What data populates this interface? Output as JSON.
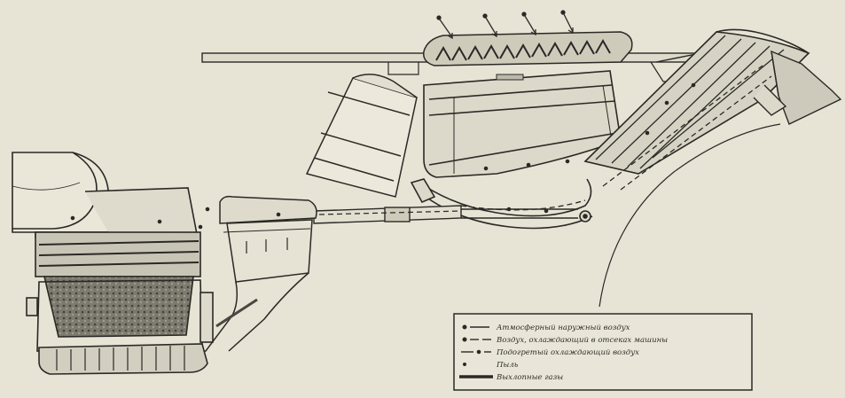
{
  "diagram": {
    "style": {
      "paper": "#e7e4d6",
      "ink": "#2b2925",
      "fill_light": "#d8d5c6",
      "fill_dark": "#8e8b7f"
    },
    "legend": {
      "entries": [
        {
          "text": "Атмосферный наружный воздух",
          "marker": "dot-dash"
        },
        {
          "text": "Воздух, охлаждающий в отсеках машины",
          "marker": "dot-dash-long"
        },
        {
          "text": "Подогретый охлаждающий воздух",
          "marker": "dash-dot"
        },
        {
          "text": "Пыль",
          "marker": "dot"
        },
        {
          "text": "Выхлопные газы",
          "marker": "thick"
        }
      ]
    }
  }
}
